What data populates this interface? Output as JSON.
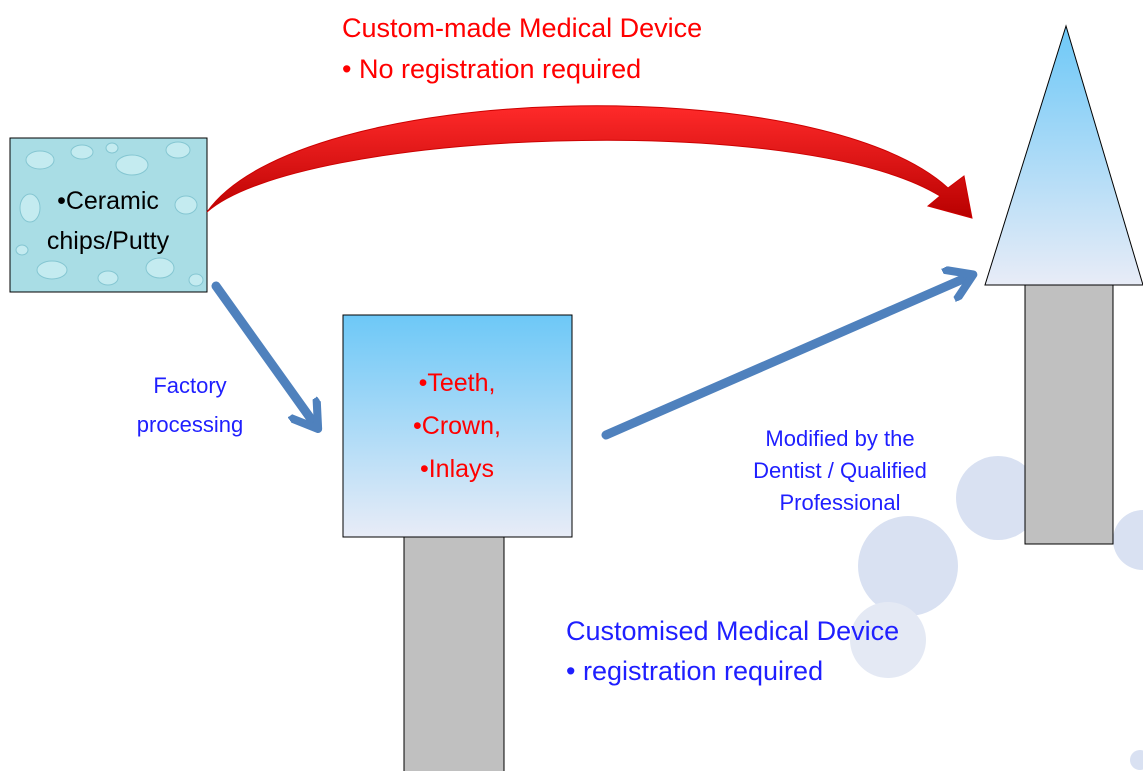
{
  "colors": {
    "red": "#ff0000",
    "blue": "#1f1fff",
    "arrow_blue": "#4f81bd",
    "stem_gray": "#c0c0c0",
    "sky_top": "#6dc8f7",
    "sky_bottom": "#e8ecf7",
    "texture_base": "#a9dde5",
    "decor_circle": "#d9e1f2"
  },
  "custom_made": {
    "title": "Custom-made Medical Device",
    "bullet": "• No registration required"
  },
  "raw_material": {
    "line1": "•Ceramic",
    "line2": "chips/Putty"
  },
  "factory": {
    "line1": "Factory",
    "line2": "processing"
  },
  "product": {
    "line1": "•Teeth,",
    "line2": "•Crown,",
    "line3": "•Inlays"
  },
  "modified": {
    "line1": "Modified by the",
    "line2": "Dentist / Qualified",
    "line3": "Professional"
  },
  "customised": {
    "title": "Customised Medical Device",
    "bullet": "• registration required"
  }
}
